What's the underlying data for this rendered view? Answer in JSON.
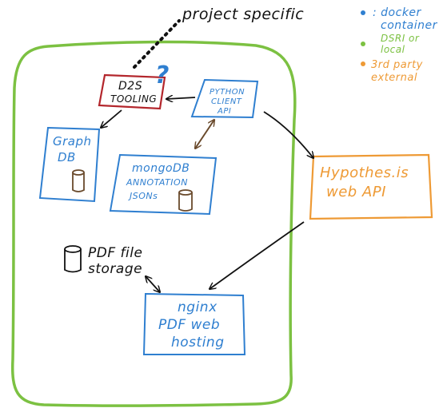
{
  "colors": {
    "boundary": "#7cc142",
    "docker": "#2f7fd0",
    "local": "#7cc142",
    "external": "#ee9a35",
    "tooling": "#b3262c",
    "ink": "#111111",
    "question": "#2f7fd0",
    "db_arrow": "#6a4a2c"
  },
  "annotation": {
    "project_specific": "project specific"
  },
  "legend": {
    "items": [
      {
        "bullet_color": "#2f7fd0",
        "lines": [
          ": docker",
          "container"
        ]
      },
      {
        "bullet_color": "#7cc142",
        "lines": [
          "DSRI or",
          "local"
        ]
      },
      {
        "bullet_color": "#ee9a35",
        "lines": [
          "3rd party",
          "external"
        ]
      }
    ]
  },
  "nodes": {
    "d2s_tooling": {
      "lines": [
        "D2S",
        "TOOLING"
      ],
      "badge": "?"
    },
    "python_client": {
      "lines": [
        "PYTHON",
        "CLIENT",
        "API"
      ]
    },
    "graph_db": {
      "lines": [
        "Graph",
        "DB"
      ],
      "icon": "database-icon"
    },
    "mongo_db": {
      "lines": [
        "mongoDB",
        "ANNOTATION",
        "JSONs"
      ],
      "icon": "database-icon"
    },
    "hypothesis": {
      "lines": [
        "Hypothes.is",
        "web API"
      ]
    },
    "pdf_storage": {
      "lines": [
        "PDF file",
        "storage"
      ],
      "icon": "database-icon"
    },
    "nginx": {
      "lines": [
        "nginx",
        "PDF web",
        "hosting"
      ]
    }
  }
}
